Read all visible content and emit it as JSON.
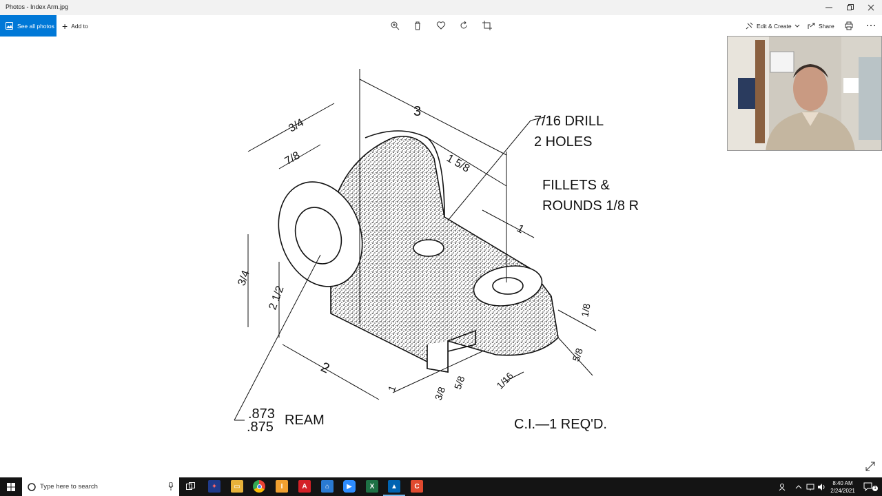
{
  "window": {
    "title": "Photos - Index Arm.jpg",
    "controls": [
      "minimize",
      "restore",
      "close"
    ]
  },
  "toolbar": {
    "see_all_label": "See all photos",
    "add_to_label": "Add to",
    "center_icons": [
      "zoom-icon",
      "delete-icon",
      "favorite-icon",
      "rotate-icon",
      "crop-icon"
    ],
    "edit_create_label": "Edit & Create",
    "share_label": "Share",
    "print_icon": "print-icon",
    "more_icon": "more-icon"
  },
  "drawing": {
    "dim_3": "3",
    "dim_3_4": "3/4",
    "dim_7_8": "7/8",
    "dim_1_5_8": "1 5/8",
    "dim_1": "1",
    "drill_line1": "7/16 DRILL",
    "drill_line2": "2 HOLES",
    "fillets_line1": "FILLETS &",
    "fillets_line2": "ROUNDS 1/8 R",
    "dim_3_4_left": "3/4",
    "dim_2_1_2": "2 1/2",
    "dim_1_8_right": "1/8",
    "dim_5_8_right": "5/8",
    "dim_2": "2",
    "dim_1_bottom": "1",
    "dim_3_8": "3/8",
    "dim_5_8_bottom": "5/8",
    "dim_1_16": "1/16",
    "ream_top": ".873",
    "ream_bottom": ".875",
    "ream_label": "REAM",
    "note": "C.I.—1 REQ'D."
  },
  "taskbar": {
    "search_placeholder": "Type here to search",
    "apps": [
      "task-view",
      "app-red",
      "file-explorer",
      "chrome",
      "app-orange",
      "acrobat",
      "app-blue",
      "zoom",
      "excel",
      "photos",
      "app-red-2"
    ],
    "time": "8:40 AM",
    "date": "2/24/2021"
  },
  "colors": {
    "accent": "#0078d7",
    "taskbar": "#141414"
  }
}
